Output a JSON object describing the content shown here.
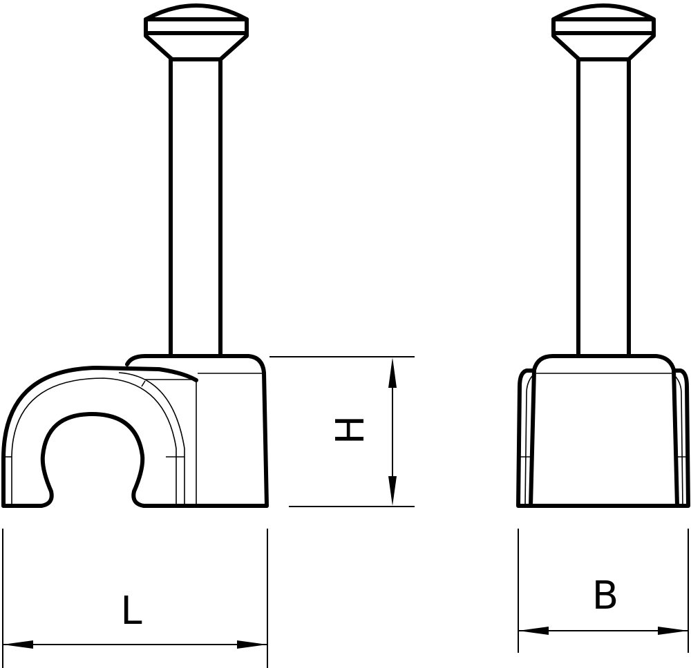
{
  "drawing": {
    "title": "Nail cable clip technical drawing",
    "views": [
      {
        "name": "side-view",
        "description": "Side view of round cable clip with nail"
      },
      {
        "name": "front-view",
        "description": "Front view of round cable clip with nail"
      }
    ],
    "colors": {
      "line": "#000000",
      "background": "#ffffff"
    }
  },
  "dimensions": {
    "height": {
      "label": "H",
      "orientation": "vertical",
      "rotated": true
    },
    "length": {
      "label": "L",
      "orientation": "horizontal"
    },
    "width": {
      "label": "B",
      "orientation": "horizontal"
    }
  }
}
